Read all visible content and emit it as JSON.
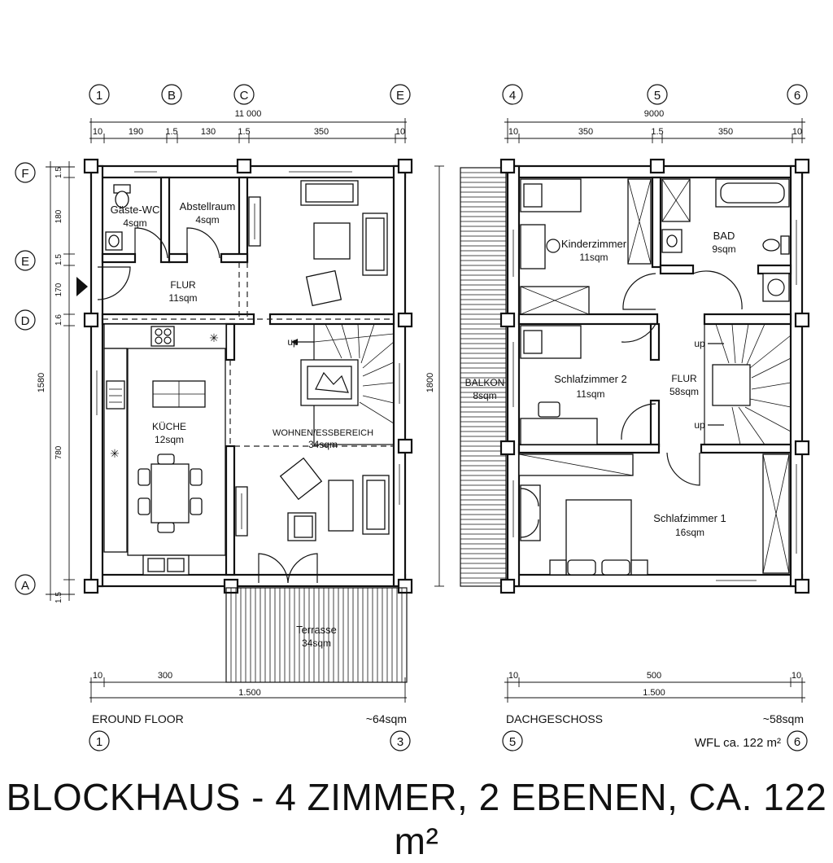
{
  "title": "BLOCKHAUS - 4 ZIMMER, 2 EBENEN, CA. 122 m²",
  "ground_floor": {
    "label": "EROUND FLOOR",
    "area": "~64sqm",
    "axis_top": [
      "1",
      "B",
      "C",
      "E"
    ],
    "axis_left": [
      "F",
      "E",
      "D",
      "A"
    ],
    "axis_bottom": [
      "1",
      "3"
    ],
    "dim_total_top": "11 000",
    "dim_top": [
      "10",
      "190",
      "1.5",
      "130",
      "1.5",
      "350",
      "10"
    ],
    "dim_bottom": [
      "10",
      "300"
    ],
    "dim_total_bottom": "1.500",
    "dim_left": [
      "1.5",
      "180",
      "1.5",
      "170",
      "1.6",
      "780",
      "1.5"
    ],
    "dim_left_total": "1580",
    "rooms": [
      {
        "name": "Gäste-WC",
        "area": "4sqm"
      },
      {
        "name": "Abstellraum",
        "area": "4sqm"
      },
      {
        "name": "FLUR",
        "area": "11sqm"
      },
      {
        "name": "KÜCHE",
        "area": "12sqm"
      },
      {
        "name": "WOHNEN/ESSBEREICH",
        "area": "34sqm"
      },
      {
        "name": "Terrasse",
        "area": "34sqm"
      }
    ],
    "stair_label": "up"
  },
  "attic": {
    "label": "DACHGESCHOSS",
    "area": "~58sqm",
    "total_area": "WFL ca. 122 m²",
    "axis_top": [
      "4",
      "5",
      "6"
    ],
    "axis_bottom": [
      "5",
      "6"
    ],
    "dim_total_top": "9000",
    "dim_top": [
      "10",
      "350",
      "1.5",
      "350",
      "10"
    ],
    "dim_bottom": [
      "10",
      "500",
      "10"
    ],
    "dim_total_bottom": "1.500",
    "dim_side": "1800",
    "rooms": [
      {
        "name": "Kinderzimmer",
        "area": "11sqm"
      },
      {
        "name": "BAD",
        "area": "9sqm"
      },
      {
        "name": "Schlafzimmer 2",
        "area": "11sqm"
      },
      {
        "name": "FLUR",
        "area": "58sqm"
      },
      {
        "name": "BALKON",
        "area": "8sqm"
      },
      {
        "name": "Schlafzimmer 1",
        "area": "16sqm"
      }
    ],
    "stair_labels": [
      "up",
      "up"
    ]
  }
}
